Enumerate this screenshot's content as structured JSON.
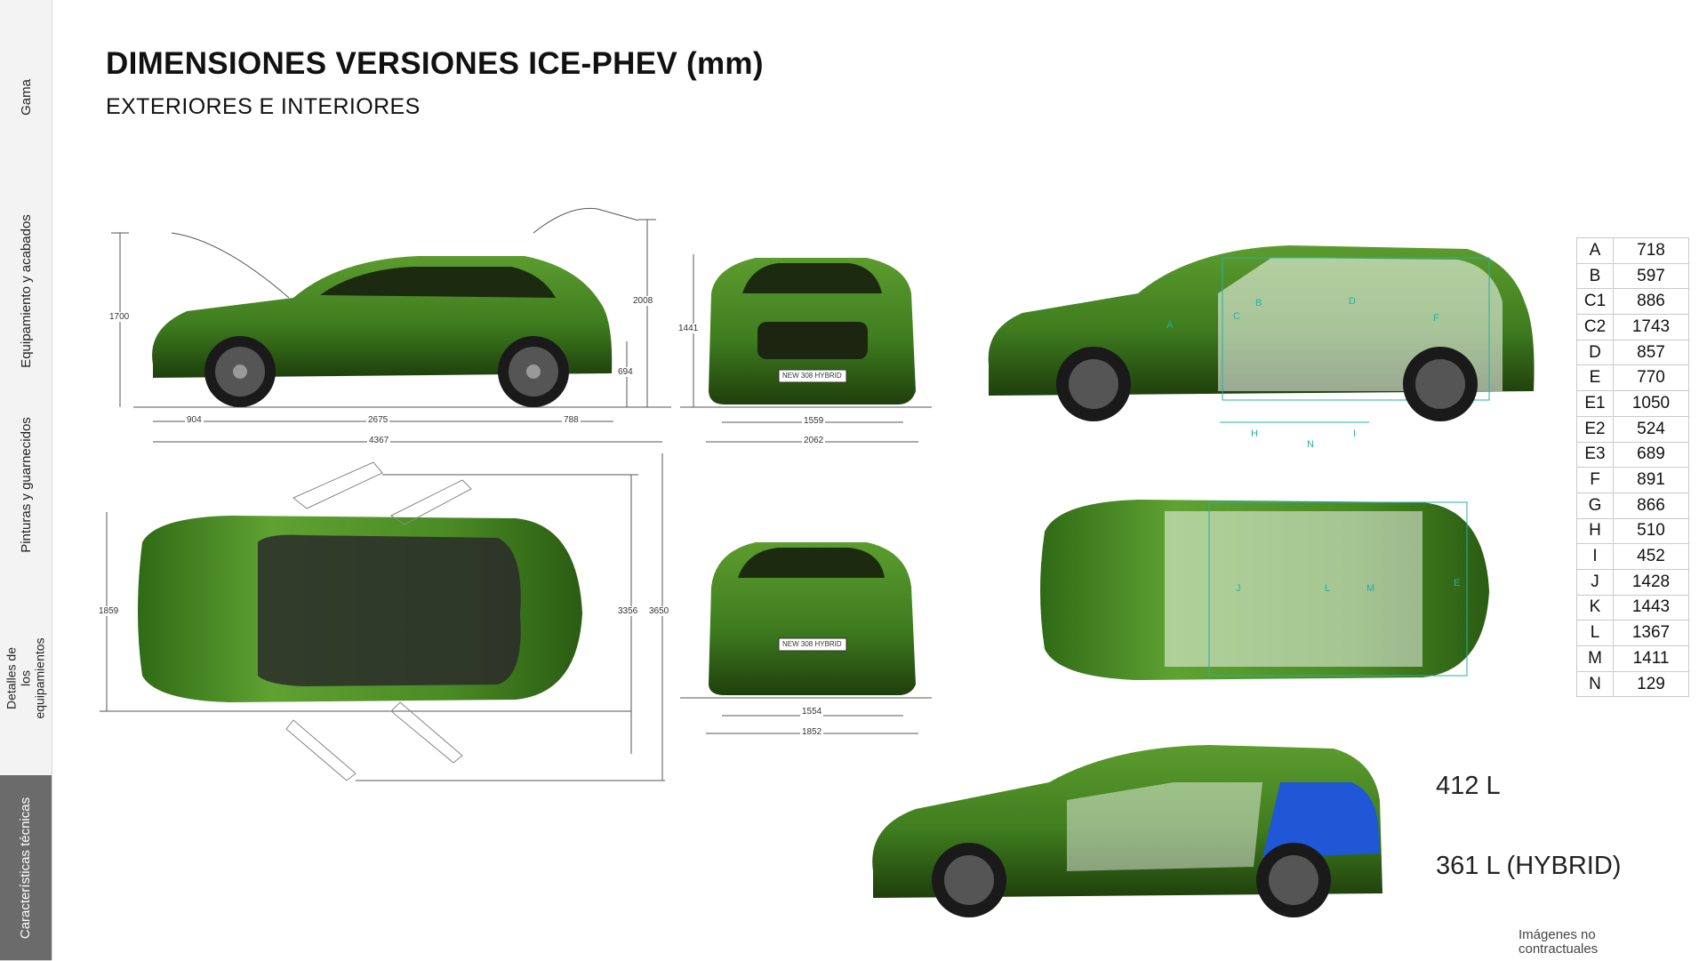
{
  "nav": {
    "tabs": [
      {
        "label": "Gama"
      },
      {
        "label": "Equipamiento y acabados"
      },
      {
        "label": "Pinturas y guarnecidos"
      },
      {
        "label": "Detalles de los equipamientos"
      },
      {
        "label": "Características técnicas"
      }
    ]
  },
  "header": {
    "title": "DIMENSIONES VERSIONES ICE-PHEV (mm)",
    "subtitle": "EXTERIORES E INTERIORES"
  },
  "dimensions": {
    "side": {
      "height": "1700",
      "height_open": "2008",
      "ground": "694",
      "front_overhang": "904",
      "wheelbase": "2675",
      "rear_overhang": "788",
      "length": "4367"
    },
    "front": {
      "height": "1441",
      "track": "1559",
      "width": "2062"
    },
    "top": {
      "width": "1859",
      "length_doors": "3356",
      "length_total": "3650"
    },
    "rear": {
      "track": "1554",
      "width": "1852"
    },
    "plate_front": "NEW 308 HYBRID",
    "plate_rear": "NEW 308 HYBRID"
  },
  "specs": [
    {
      "key": "A",
      "value": "718"
    },
    {
      "key": "B",
      "value": "597"
    },
    {
      "key": "C1",
      "value": "886"
    },
    {
      "key": "C2",
      "value": "1743"
    },
    {
      "key": "D",
      "value": "857"
    },
    {
      "key": "E",
      "value": "770"
    },
    {
      "key": "E1",
      "value": "1050"
    },
    {
      "key": "E2",
      "value": "524"
    },
    {
      "key": "E3",
      "value": "689"
    },
    {
      "key": "F",
      "value": "891"
    },
    {
      "key": "G",
      "value": "866"
    },
    {
      "key": "H",
      "value": "510"
    },
    {
      "key": "I",
      "value": "452"
    },
    {
      "key": "J",
      "value": "1428"
    },
    {
      "key": "K",
      "value": "1443"
    },
    {
      "key": "L",
      "value": "1367"
    },
    {
      "key": "M",
      "value": "1411"
    },
    {
      "key": "N",
      "value": "129"
    }
  ],
  "interior_letters": [
    "A",
    "B",
    "C",
    "D",
    "F",
    "H",
    "N",
    "I",
    "J",
    "L",
    "M",
    "E"
  ],
  "trunk": {
    "capacity": "412 L",
    "capacity_hybrid": "361 L  (HYBRID)"
  },
  "footnote": "Imágenes no contractuales",
  "colors": {
    "car_green": "#3f7d1f",
    "car_dark": "#23460f",
    "trunk_blue": "#1f57d6",
    "interior_lines": "#22b2a8",
    "active_tab": "#6b6b6b"
  }
}
